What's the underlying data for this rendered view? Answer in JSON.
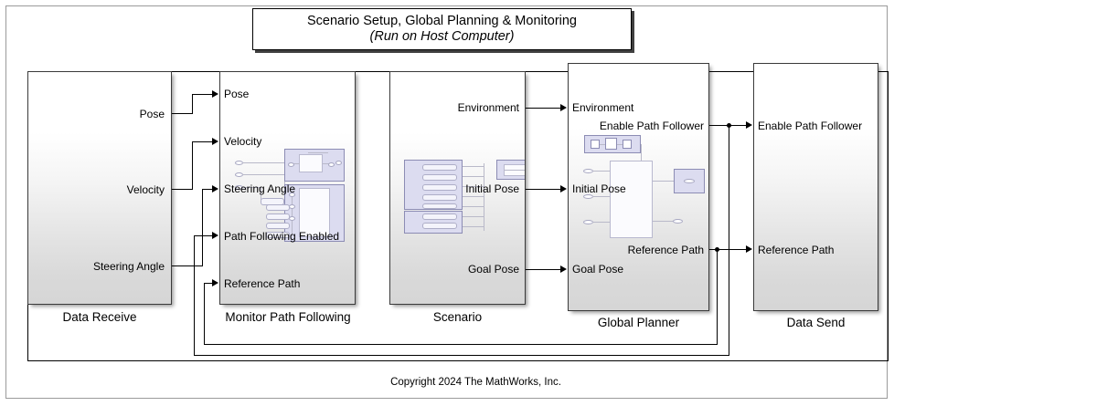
{
  "diagram": {
    "title_line1": "Scenario Setup, Global Planning & Monitoring",
    "title_line2": "(Run on Host Computer)",
    "copyright": "Copyright 2024 The MathWorks, Inc."
  },
  "blocks": {
    "data_receive": {
      "label": "Data Receive",
      "outputs": [
        "Pose",
        "Velocity",
        "Steering Angle"
      ]
    },
    "monitor_path_following": {
      "label": "Monitor Path Following",
      "inputs": [
        "Pose",
        "Velocity",
        "Steering Angle",
        "Path Following Enabled",
        "Reference Path"
      ]
    },
    "scenario": {
      "label": "Scenario",
      "outputs": [
        "Environment",
        "Initial Pose",
        "Goal Pose"
      ]
    },
    "global_planner": {
      "label": "Global Planner",
      "inputs": [
        "Environment",
        "Initial Pose",
        "Goal Pose"
      ],
      "outputs": [
        "Enable Path Follower",
        "Reference Path"
      ]
    },
    "data_send": {
      "label": "Data Send",
      "inputs": [
        "Enable Path Follower",
        "Reference Path"
      ]
    }
  },
  "signals": [
    {
      "name": "Pose",
      "from": "data_receive",
      "to": "monitor_path_following"
    },
    {
      "name": "Velocity",
      "from": "data_receive",
      "to": "monitor_path_following"
    },
    {
      "name": "Steering Angle",
      "from": "data_receive",
      "to": "monitor_path_following"
    },
    {
      "name": "Environment",
      "from": "scenario",
      "to": "global_planner"
    },
    {
      "name": "Initial Pose",
      "from": "scenario",
      "to": "global_planner"
    },
    {
      "name": "Goal Pose",
      "from": "scenario",
      "to": "global_planner"
    },
    {
      "name": "Enable Path Follower",
      "from": "global_planner",
      "to": "data_send"
    },
    {
      "name": "Reference Path",
      "from": "global_planner",
      "to": "data_send"
    },
    {
      "name": "Enable Path Follower",
      "from": "global_planner",
      "to": "monitor_path_following"
    },
    {
      "name": "Reference Path",
      "from": "global_planner",
      "to": "monitor_path_following"
    }
  ],
  "colors": {
    "block_border": "#3a3a3a",
    "wire": "#000000",
    "preview_fill": "#dcdcf0",
    "preview_border": "#8c8cb4",
    "canvas_border": "#9a9a9a"
  }
}
